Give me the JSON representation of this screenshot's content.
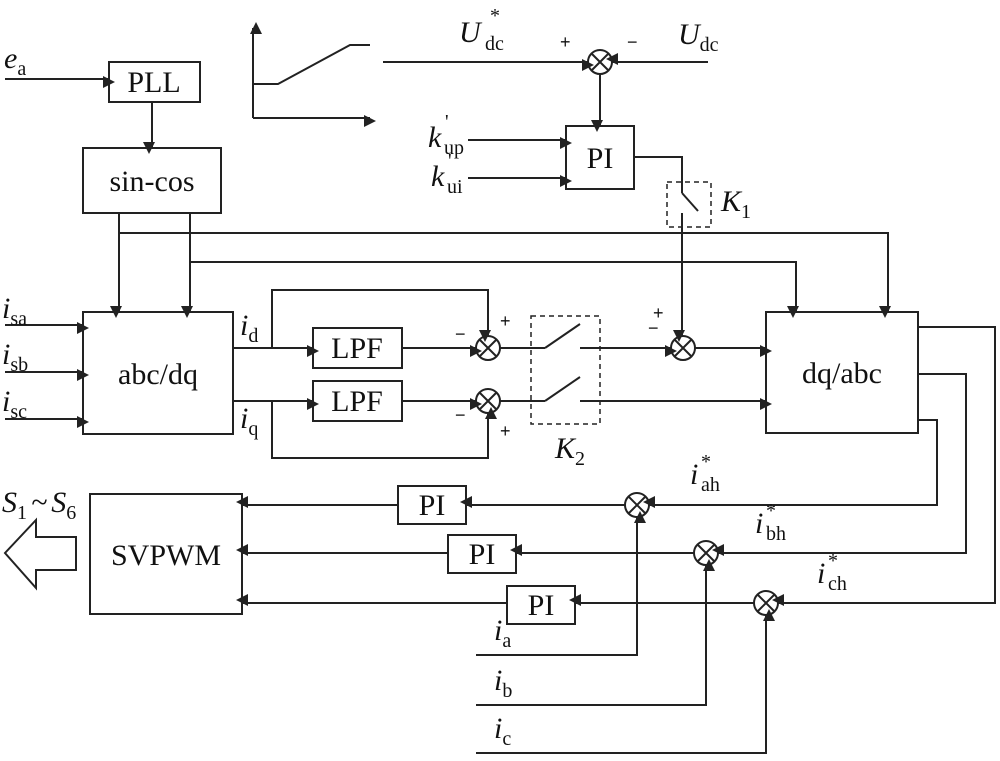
{
  "blocks": {
    "pll": "PLL",
    "sincos": "sin-cos",
    "abcdq": "abc/dq",
    "lpf": "LPF",
    "pi": "PI",
    "dqabc": "dq/abc",
    "svpwm": "SVPWM"
  },
  "signals": {
    "ea": {
      "base": "e",
      "sub": "a"
    },
    "isa": {
      "base": "i",
      "sub": "sa"
    },
    "isb": {
      "base": "i",
      "sub": "sb"
    },
    "isc": {
      "base": "i",
      "sub": "sc"
    },
    "id": {
      "base": "i",
      "sub": "d"
    },
    "iq": {
      "base": "i",
      "sub": "q"
    },
    "udc_ref": {
      "base": "U",
      "sub": "dc",
      "sup": "*"
    },
    "udc": {
      "base": "U",
      "sub": "dc"
    },
    "kup": {
      "base": "k",
      "sub": "up",
      "sup": "'"
    },
    "kui": {
      "base": "k",
      "sub": "ui",
      "sup": "'"
    },
    "k1": {
      "base": "K",
      "sub": "1"
    },
    "k2": {
      "base": "K",
      "sub": "2"
    },
    "iah": {
      "base": "i",
      "sub": "ah",
      "sup": "*"
    },
    "ibh": {
      "base": "i",
      "sub": "bh",
      "sup": "*"
    },
    "ich": {
      "base": "i",
      "sub": "ch",
      "sup": "*"
    },
    "ia": {
      "base": "i",
      "sub": "a"
    },
    "ib": {
      "base": "i",
      "sub": "b"
    },
    "ic": {
      "base": "i",
      "sub": "c"
    },
    "s_out": {
      "s1": "S",
      "n1": "1",
      "tilde": "~",
      "s6": "S",
      "n6": "6"
    }
  },
  "signs": {
    "plus": "+",
    "minus": "−"
  }
}
